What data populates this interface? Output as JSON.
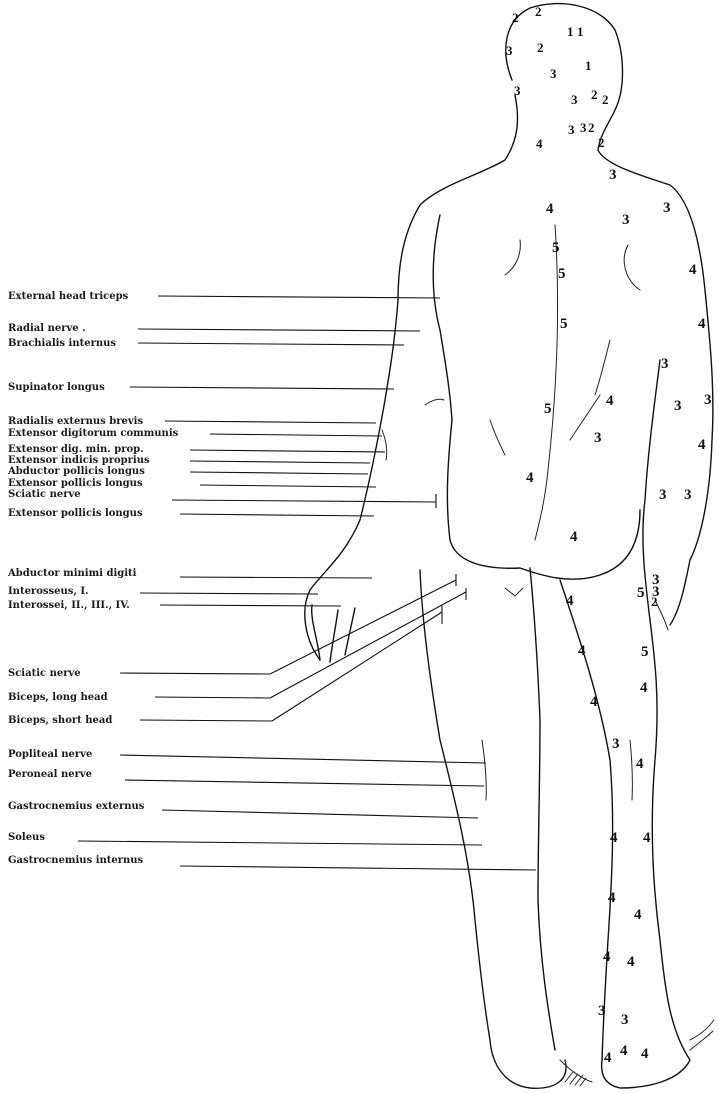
{
  "labels": [
    "External head triceps",
    "Radial nerve .",
    "Brachialis internus",
    "Supinator longus",
    "Radialis externus brevis",
    "Extensor digitorum communis",
    "Extensor dig. min. prop.",
    "Extensor indicis proprius",
    "Abductor pollicis longus",
    "Extensor pollicis longus",
    "Sciatic nerve",
    "Extensor pollicis longus",
    "Abductor minimi digiti",
    "Interosseus, I.",
    "Interossei, II., III., IV.",
    "Sciatic nerve",
    "Biceps, long head",
    "Biceps, short head",
    "Popliteal nerve",
    "Peroneal nerve",
    "Gastrocnemius externus",
    "Soleus",
    "Gastrocnemius internus"
  ],
  "markers": [
    "2",
    "2",
    "1",
    "1",
    "3",
    "2",
    "3",
    "3",
    "1",
    "3",
    "2",
    "2",
    "3",
    "2",
    "4",
    "3",
    "2",
    "3",
    "3",
    "4",
    "3",
    "4",
    "4",
    "5",
    "5",
    "5",
    "3",
    "3",
    "3",
    "4",
    "3",
    "4",
    "5",
    "4",
    "3",
    "4",
    "3",
    "3",
    "4",
    "4",
    "5",
    "5",
    "3",
    "2",
    "4",
    "4",
    "4",
    "3",
    "4",
    "4",
    "4",
    "4",
    "4",
    "4",
    "4",
    "3",
    "3",
    "4",
    "4"
  ]
}
